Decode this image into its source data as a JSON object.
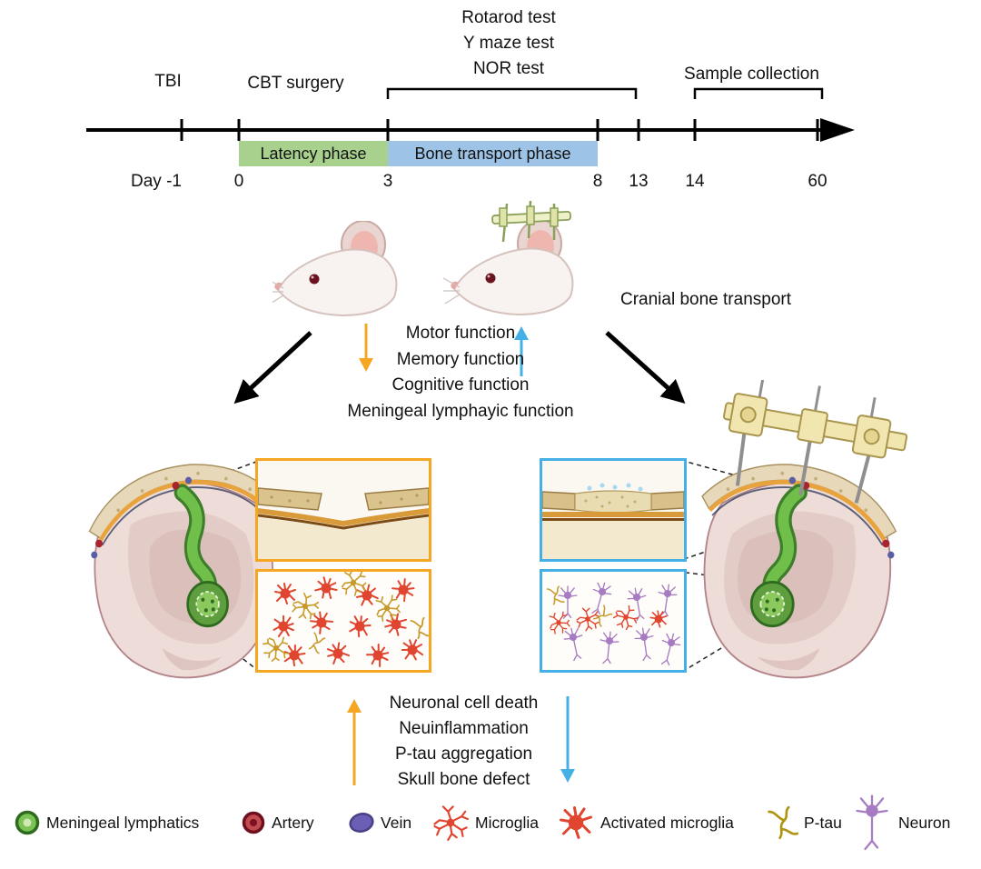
{
  "figure": {
    "background": "#ffffff"
  },
  "timeline": {
    "tests": [
      "Rotarod test",
      "Y maze test",
      "NOR test"
    ],
    "tbi": "TBI",
    "cbt_surgery": "CBT surgery",
    "sample_collection": "Sample collection",
    "latency_phase": "Latency phase",
    "bone_transport_phase": "Bone transport phase",
    "days": [
      "Day -1",
      "0",
      "3",
      "8",
      "13",
      "14",
      "60"
    ],
    "latency_color": "#a9d18e",
    "transport_color": "#9dc3e6"
  },
  "middle": {
    "cranial_bone_transport": "Cranial bone transport",
    "functions": [
      "Motor function",
      "Memory function",
      "Cognitive function",
      "Meningeal lymphayic function"
    ],
    "tbi_arrow_color": "#f5a623",
    "cbt_arrow_color": "#45b0e5"
  },
  "outcomes": [
    "Neuronal cell death",
    "Neuinflammation",
    "P-tau  aggregation",
    "Skull bone defect"
  ],
  "legend": [
    {
      "icon": "meningeal-lymphatics-icon",
      "label": "Meningeal lymphatics",
      "color": "#5f9e3f"
    },
    {
      "icon": "artery-icon",
      "label": "Artery",
      "color": "#a8252f"
    },
    {
      "icon": "vein-icon",
      "label": "Vein",
      "color": "#6a5fb5"
    },
    {
      "icon": "microglia-icon",
      "label": "Microglia",
      "color": "#e0452f"
    },
    {
      "icon": "activated-microglia-icon",
      "label": "Activated microglia",
      "color": "#e0452f"
    },
    {
      "icon": "ptau-icon",
      "label": "P-tau",
      "color": "#b09410"
    },
    {
      "icon": "neuron-icon",
      "label": "Neuron",
      "color": "#a77bc2"
    }
  ]
}
